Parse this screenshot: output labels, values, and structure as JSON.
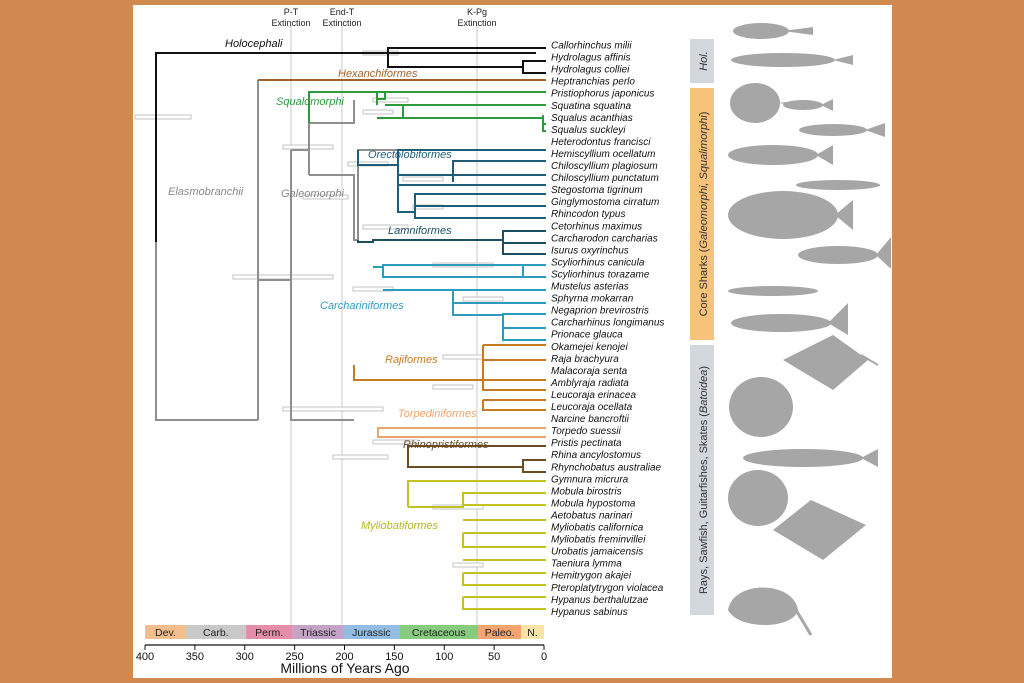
{
  "axis": {
    "label": "Millions of Years Ago",
    "ticks": [
      400,
      350,
      300,
      250,
      200,
      150,
      100,
      50,
      0
    ]
  },
  "extinctions": [
    {
      "label1": "P-T",
      "label2": "Extinction",
      "mya": 252
    },
    {
      "label1": "End-T",
      "label2": "Extinction",
      "mya": 201
    },
    {
      "label1": "K-Pg",
      "label2": "Extinction",
      "mya": 66
    }
  ],
  "periods": [
    {
      "name": "Dev.",
      "start": 419,
      "end": 359,
      "color": "#f2be8e"
    },
    {
      "name": "Carb.",
      "start": 359,
      "end": 299,
      "color": "#c8c8c8"
    },
    {
      "name": "Perm.",
      "start": 299,
      "end": 252,
      "color": "#e48ea9"
    },
    {
      "name": "Triassic",
      "start": 252,
      "end": 201,
      "color": "#c4a3c7"
    },
    {
      "name": "Jurassic",
      "start": 201,
      "end": 145,
      "color": "#93bde2"
    },
    {
      "name": "Cretaceous",
      "start": 145,
      "end": 66,
      "color": "#86cb7e"
    },
    {
      "name": "Paleo.",
      "start": 66,
      "end": 23,
      "color": "#f3a46f"
    },
    {
      "name": "N.",
      "start": 23,
      "end": 0,
      "color": "#f7e2a7"
    }
  ],
  "species": [
    "Callorhinchus milii",
    "Hydrolagus affinis",
    "Hydrolagus colliei",
    "Heptranchias perlo",
    "Pristiophorus japonicus",
    "Squatina squatina",
    "Squalus acanthias",
    "Squalus suckleyi",
    "Heterodontus francisci",
    "Hemiscyllium ocellatum",
    "Chiloscyllium plagiosum",
    "Chiloscyllium punctatum",
    "Stegostoma tigrinum",
    "Ginglymostoma cirratum",
    "Rhincodon typus",
    "Cetorhinus maximus",
    "Carcharodon carcharias",
    "Isurus oxyrinchus",
    "Scyliorhinus canicula",
    "Scyliorhinus torazame",
    "Mustelus asterias",
    "Sphyrna mokarran",
    "Negaprion brevirostris",
    "Carcharhinus longimanus",
    "Prionace glauca",
    "Okamejei kenojei",
    "Raja brachyura",
    "Malacoraja senta",
    "Amblyraja radiata",
    "Leucoraja erinacea",
    "Leucoraja ocellata",
    "Narcine bancroftii",
    "Torpedo suessii",
    "Pristis pectinata",
    "Rhina ancylostomus",
    "Rhynchobatus australiae",
    "Gymnura micrura",
    "Mobula birostris",
    "Mobula hypostoma",
    "Aetobatus narinari",
    "Myliobatis californica",
    "Myliobatis freminvillei",
    "Urobatis jamaicensis",
    "Taeniura lymma",
    "Hemitrygon akajei",
    "Pteroplatytrygon violacea",
    "Hypanus berthalutzae",
    "Hypanus sabinus"
  ],
  "clades": [
    {
      "name": "Holocephali",
      "color": "#111111"
    },
    {
      "name": "Hexanchiformes",
      "color": "#a0622a"
    },
    {
      "name": "Squalomorphi",
      "color": "#2e9a3e"
    },
    {
      "name": "Orectolobiformes",
      "color": "#1f5e7a"
    },
    {
      "name": "Lamniformes",
      "color": "#1d4e62"
    },
    {
      "name": "Carchariniformes",
      "color": "#2e9bbd"
    },
    {
      "name": "Rajiformes",
      "color": "#c77a22"
    },
    {
      "name": "Torpediniformes",
      "color": "#eba46c"
    },
    {
      "name": "Rhinopristiformes",
      "color": "#6b4b24"
    },
    {
      "name": "Myliobatiformes",
      "color": "#c2c321"
    },
    {
      "name": "Elasmobranchii",
      "color": "#888888"
    },
    {
      "name": "Galeomorphi",
      "color": "#888888"
    }
  ],
  "groups": {
    "hol": "Hol.",
    "core_plain": "Core Sharks (",
    "core_italic": "Galeomorphi, Squalimorphi",
    "core_close": ")",
    "rays_plain": "Rays, Sawfish, Guitarfishes, Skates (",
    "rays_italic": "Batoidea",
    "rays_close": ")"
  },
  "icons": [
    "chimaera-silhouette",
    "ratfish-silhouette",
    "angelshark-silhouette",
    "spiny-dogfish-silhouette",
    "sawshark-silhouette",
    "nurse-shark-silhouette",
    "mako-shark-silhouette",
    "whale-shark-silhouette",
    "requiem-shark-silhouette",
    "catshark-silhouette",
    "hammerhead-silhouette",
    "skate-silhouette",
    "electric-ray-silhouette",
    "guitarfish-silhouette",
    "stingray-silhouette",
    "manta-ray-silhouette",
    "wedgefish-silhouette"
  ]
}
